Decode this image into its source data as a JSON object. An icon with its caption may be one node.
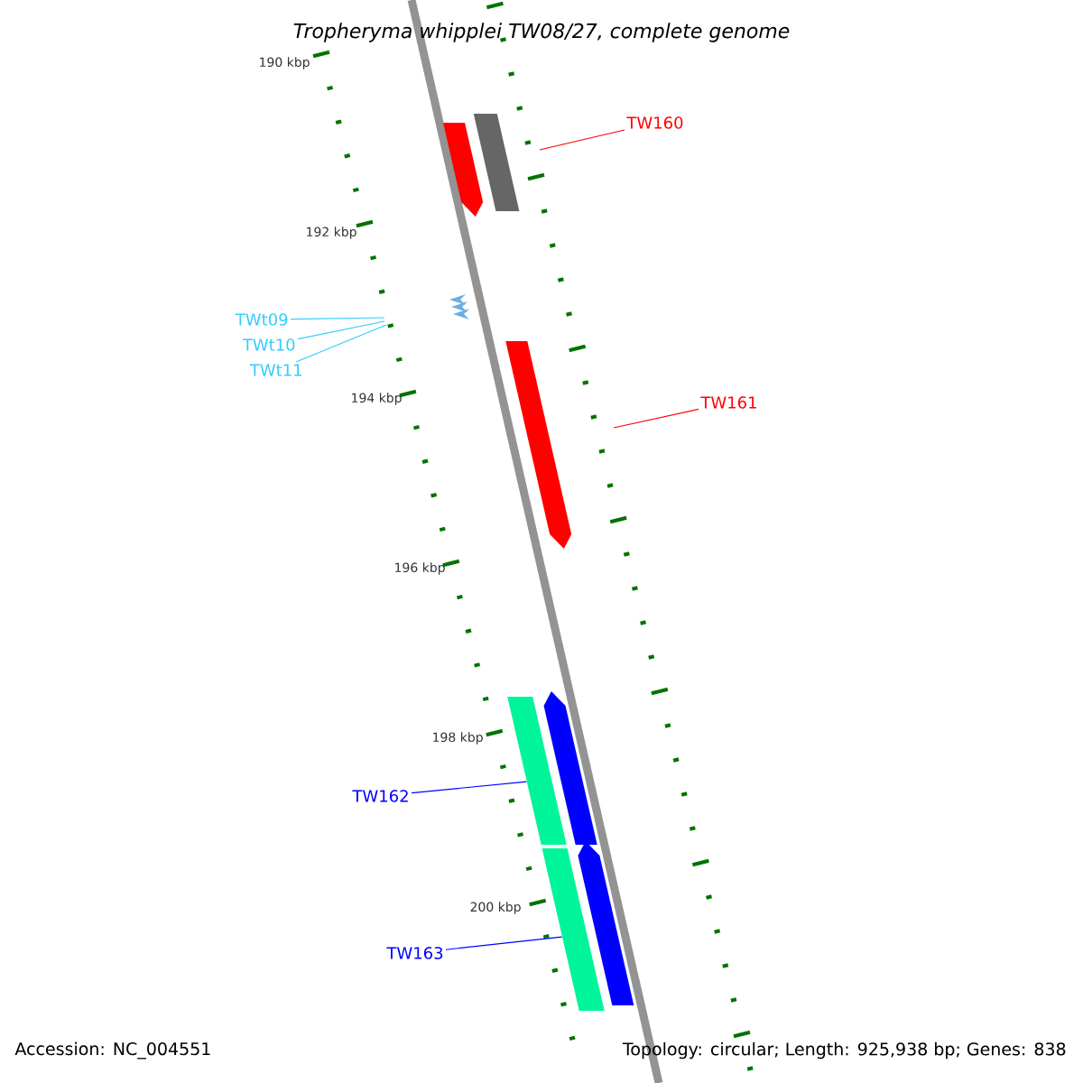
{
  "diagram": {
    "title": "Tropheryma whipplei TW08/27, complete genome",
    "nodes": [
      {
        "text": [
          "TW160"
        ]
      },
      {
        "text": [
          "TWt09"
        ]
      },
      {
        "text": [
          "TWt10"
        ]
      },
      {
        "text": [
          "TWt11"
        ]
      },
      {
        "text": [
          "TW161"
        ]
      },
      {
        "text": [
          "TW162"
        ]
      },
      {
        "text": [
          "TW163"
        ]
      },
      {
        "text": [],
        "shape": "bar"
      },
      {
        "text": [],
        "shape": "bar"
      }
    ],
    "edges": [
      {
        "from": 0,
        "to": null,
        "arrow": "none",
        "color": "#ff0000"
      },
      {
        "from": 1,
        "to": null,
        "arrow": "none",
        "color": "#33ccff"
      },
      {
        "from": 2,
        "to": null,
        "arrow": "none",
        "color": "#33ccff"
      },
      {
        "from": 3,
        "to": null,
        "arrow": "none",
        "color": "#33ccff"
      },
      {
        "from": 4,
        "to": null,
        "arrow": "none",
        "color": "#ff0000"
      },
      {
        "from": 5,
        "to": 7,
        "arrow": "none",
        "color": "#0000ff"
      },
      {
        "from": 6,
        "to": 8,
        "arrow": "none",
        "color": "#0000ff"
      }
    ],
    "labels": [
      "190 kbp",
      "192 kbp",
      "194 kbp",
      "196 kbp",
      "198 kbp",
      "200 kbp",
      "Accession: NC_004551",
      "Topology: circular; Length: 925,938 bp; Genes: 838"
    ]
  }
}
